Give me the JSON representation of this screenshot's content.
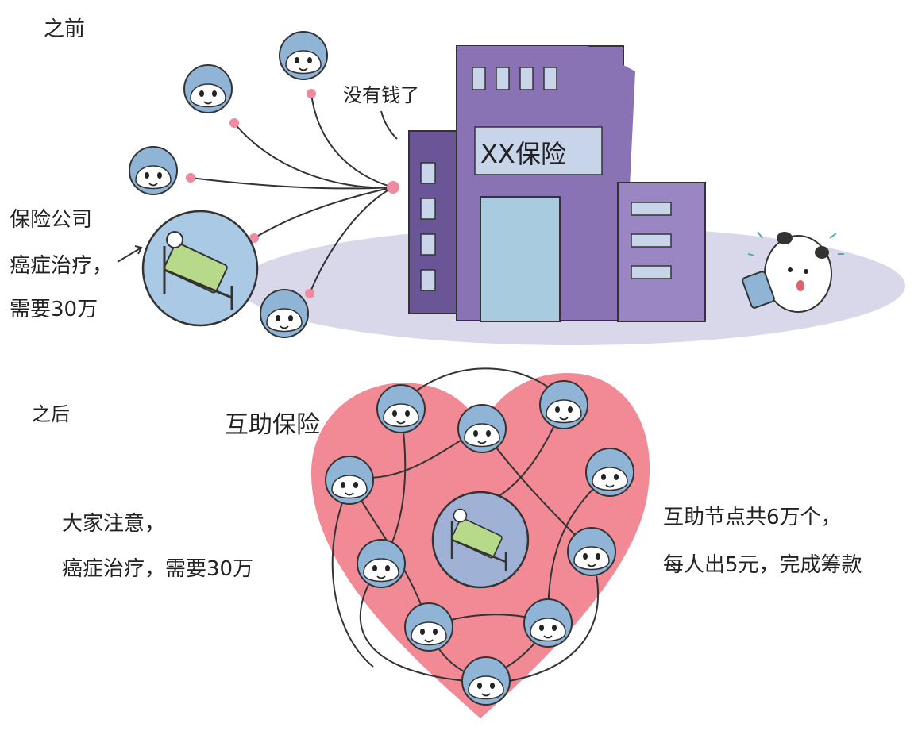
{
  "before": {
    "section_label": "之前",
    "speech": "没有钱了",
    "building_sign": "XX保险",
    "left_caption": [
      "保险公司",
      "癌症治疗，",
      "需要30万"
    ]
  },
  "after": {
    "section_label": "之后",
    "title": "互助保险",
    "left_caption": [
      "大家注意，",
      "癌症治疗，需要30万"
    ],
    "right_caption": [
      "互助节点共6万个，",
      "每人出5元，完成筹款"
    ]
  },
  "colors": {
    "face_hat": "#8fb4d6",
    "face_skin": "#ffffff",
    "connector_dot": "#f08aa0",
    "heart": "#f07a86",
    "building": "#8a73b4",
    "building_dark": "#6a5696",
    "door": "#a9cbe0",
    "ground_shadow": "#c9c7e3",
    "blanket": "#b7d98a",
    "patient_circle": "#a9c9e4"
  },
  "icons": [
    "face-icon",
    "patient-bed-icon",
    "building-icon",
    "crying-character-icon",
    "heart-shape"
  ]
}
